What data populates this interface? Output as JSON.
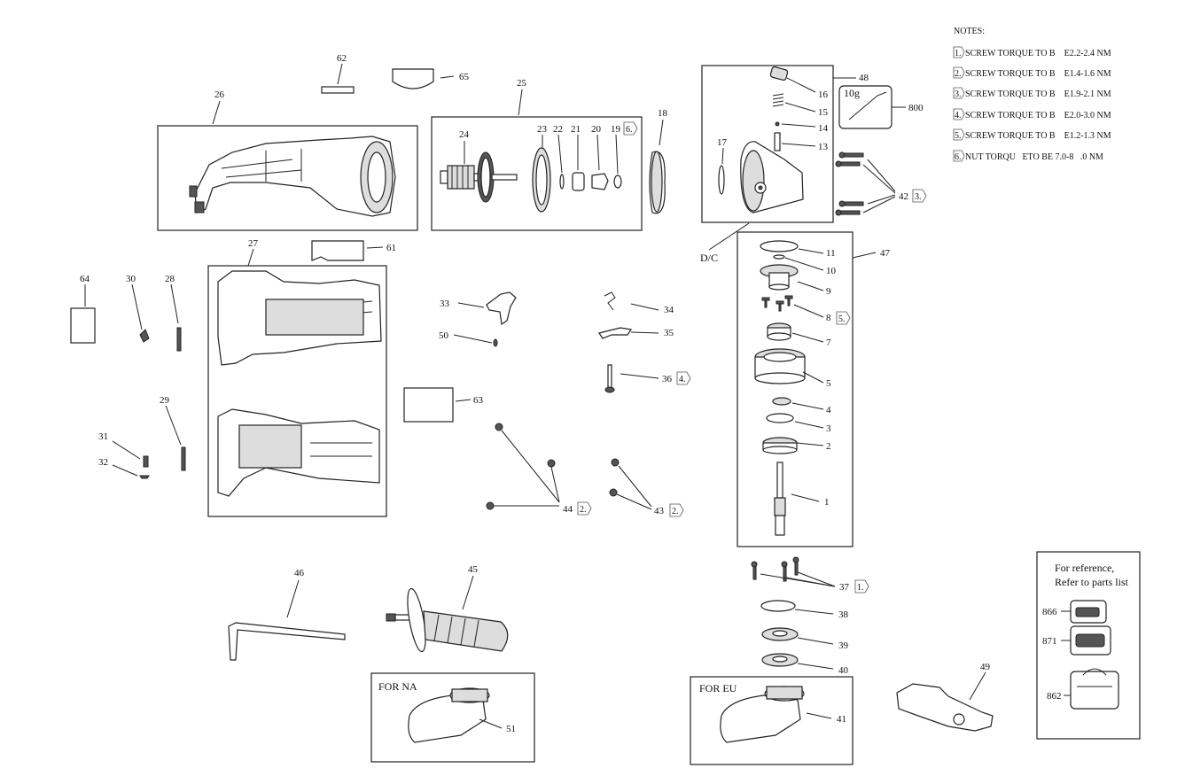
{
  "notes": {
    "title": "NOTES:",
    "items": [
      {
        "flag": "1.",
        "text": "SCREW TORQUE TO B    E2.2-2.4 NM"
      },
      {
        "flag": "2.",
        "text": "SCREW TORQUE TO B    E1.4-1.6 NM"
      },
      {
        "flag": "3.",
        "text": "SCREW TORQUE TO B    E1.9-2.1 NM"
      },
      {
        "flag": "4.",
        "text": "SCREW TORQUE TO B    E2.0-3.0 NM"
      },
      {
        "flag": "5.",
        "text": "SCREW TORQUE TO B    E1.2-1.3 NM"
      },
      {
        "flag": "6.",
        "text": "NUT TORQU   ETO BE 7.0-8   .0 NM"
      }
    ]
  },
  "labels": {
    "p62": "62",
    "p65": "65",
    "p26": "26",
    "p25": "25",
    "p18": "18",
    "p24": "24",
    "p23": "23",
    "p22": "22",
    "p21": "21",
    "p20": "20",
    "p19": "19",
    "p48": "48",
    "p16": "16",
    "p15": "15",
    "p14": "14",
    "p13": "13",
    "p17": "17",
    "p800": "800",
    "grease": "10g",
    "p42": "42",
    "dc": "D/C",
    "p27": "27",
    "p61": "61",
    "p64": "64",
    "p30": "30",
    "p28": "28",
    "p29": "29",
    "p31": "31",
    "p32": "32",
    "p33": "33",
    "p50": "50",
    "p34": "34",
    "p35": "35",
    "p36": "36",
    "p63": "63",
    "p44": "44",
    "p43": "43",
    "p47": "47",
    "p11": "11",
    "p10": "10",
    "p9": "9",
    "p8": "8",
    "p7": "7",
    "p5": "5",
    "p4": "4",
    "p3": "3",
    "p2": "2",
    "p1": "1",
    "p46": "46",
    "p45": "45",
    "p37": "37",
    "p38": "38",
    "p39": "39",
    "p40": "40",
    "p41": "41",
    "p51": "51",
    "p49": "49",
    "fna": "FOR NA",
    "feu": "FOR EU"
  },
  "flags": {
    "f6": "6.",
    "f3": "3.",
    "f5": "5.",
    "f4": "4.",
    "f2a": "2.",
    "f2b": "2.",
    "f1": "1."
  },
  "reference": {
    "line1": "For reference,",
    "line2": "Refer to parts list",
    "p866": "866",
    "p871": "871",
    "p862": "862"
  }
}
